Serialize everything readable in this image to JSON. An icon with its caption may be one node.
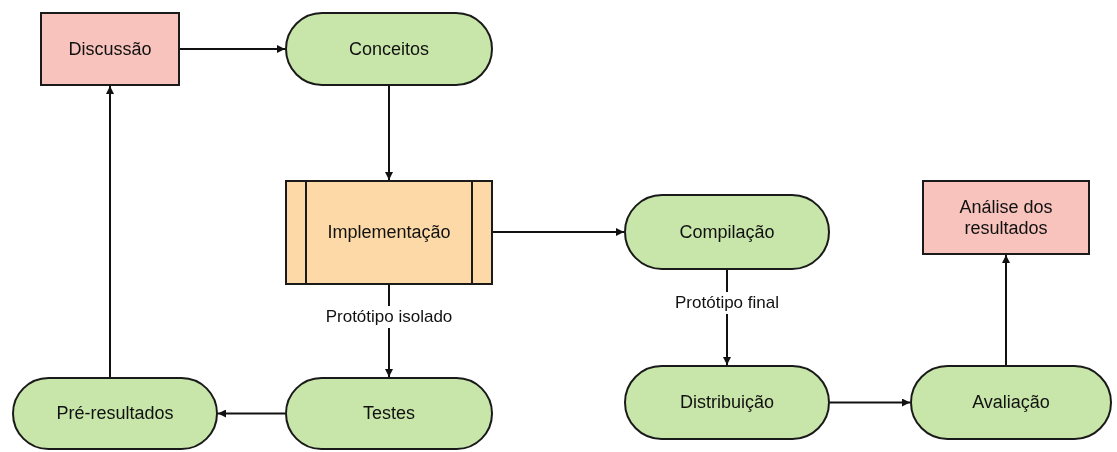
{
  "diagram": {
    "nodes": [
      {
        "text": [
          "Discussão"
        ]
      },
      {
        "text": [
          "Conceitos"
        ]
      },
      {
        "text": [
          "Implementação"
        ]
      },
      {
        "text": [
          "Compilação"
        ]
      },
      {
        "text": [
          "Análise dos resultados"
        ]
      },
      {
        "text": [
          "Pré-resultados"
        ]
      },
      {
        "text": [
          "Testes"
        ]
      },
      {
        "text": [
          "Distribuição"
        ]
      },
      {
        "text": [
          "Avaliação"
        ]
      }
    ],
    "edges": [
      {
        "from": 0,
        "to": 1,
        "arrow": "to"
      },
      {
        "from": 1,
        "to": 2,
        "arrow": "to"
      },
      {
        "from": 2,
        "to": 3,
        "arrow": "to"
      },
      {
        "from": 2,
        "to": 6,
        "arrow": "to",
        "label": "Protótipo isolado"
      },
      {
        "from": 6,
        "to": 5,
        "arrow": "to"
      },
      {
        "from": 5,
        "to": 0,
        "arrow": "to"
      },
      {
        "from": 3,
        "to": 7,
        "arrow": "to",
        "label": "Protótipo final"
      },
      {
        "from": 7,
        "to": 8,
        "arrow": "to"
      },
      {
        "from": 8,
        "to": 4,
        "arrow": "to"
      }
    ]
  }
}
